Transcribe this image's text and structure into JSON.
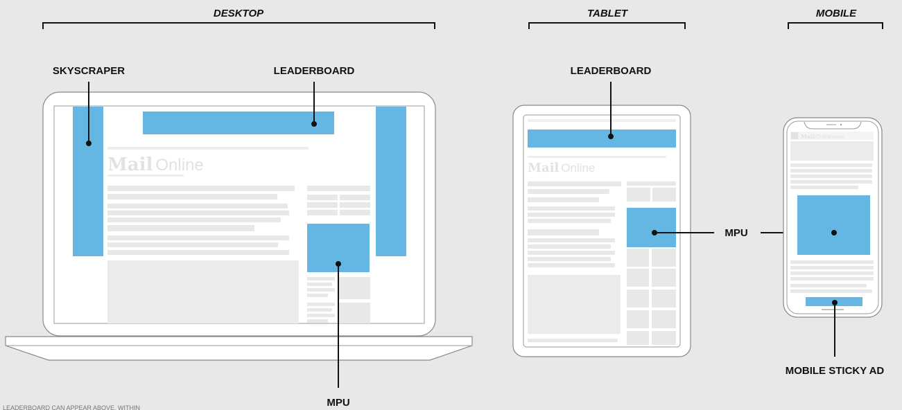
{
  "headers": {
    "desktop": "DESKTOP",
    "tablet": "TABLET",
    "mobile": "MOBILE"
  },
  "callouts": {
    "skyscraper": "SKYSCRAPER",
    "leaderboard_desktop": "LEADERBOARD",
    "mpu_desktop": "MPU",
    "leaderboard_tablet": "LEADERBOARD",
    "mpu_tablet": "MPU",
    "mobile_sticky": "MOBILE STICKY AD"
  },
  "logo": {
    "bold": "Mail",
    "light": "Online"
  },
  "mobile_nav": {
    "logo_bold": "Mail",
    "logo_light": "Online",
    "section": "News"
  },
  "footnote": "LEADERBOARD CAN APPEAR ABOVE, WITHIN",
  "colors": {
    "ad": "#64b7e3",
    "background": "#e8e8e8",
    "placeholder": "#e8e8e8",
    "outline": "#777777",
    "text": "#111111"
  }
}
